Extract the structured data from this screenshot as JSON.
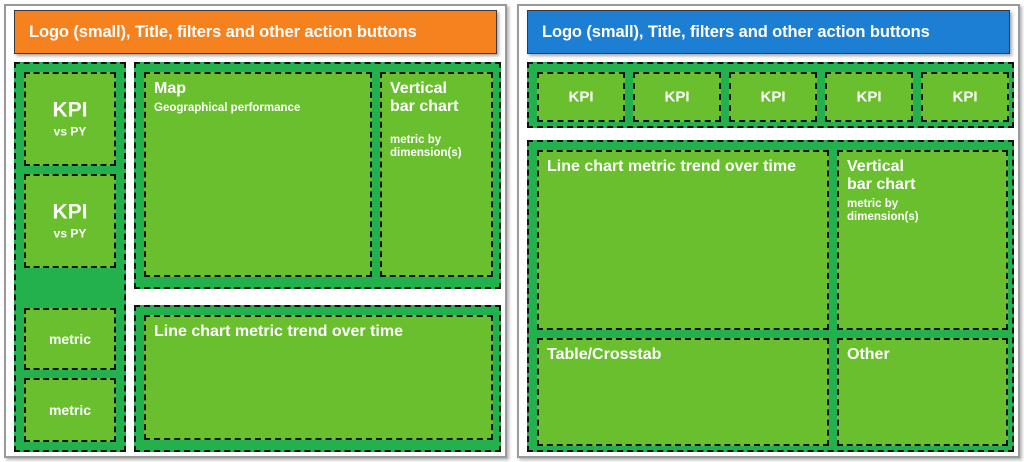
{
  "colors": {
    "orange_header": "#f6821f",
    "blue_header": "#1d7fd4",
    "group_green": "#22b14c",
    "tile_green": "#6abf2e",
    "panel_border": "#9a9a9a",
    "dashed_border": "#111111",
    "text_on_tile": "#ffffff"
  },
  "left_panel": {
    "header": {
      "text": "Logo (small), Title, filters and other action buttons"
    },
    "sidebar": {
      "tiles": [
        {
          "title": "KPI",
          "sub": "vs PY"
        },
        {
          "title": "KPI",
          "sub": "vs PY"
        },
        {
          "title": "metric",
          "sub": ""
        },
        {
          "title": "metric",
          "sub": ""
        }
      ]
    },
    "top_group": {
      "map": {
        "title": "Map",
        "sub": "Geographical performance"
      },
      "bar": {
        "title": "Vertical\nbar chart",
        "sub": "metric by\ndimension(s)"
      }
    },
    "bottom_group": {
      "line": {
        "title": "Line chart metric trend over time"
      }
    }
  },
  "right_panel": {
    "header": {
      "text": "Logo (small), Title, filters and other action buttons"
    },
    "kpi_strip": {
      "tiles": [
        {
          "title": "KPI"
        },
        {
          "title": "KPI"
        },
        {
          "title": "KPI"
        },
        {
          "title": "KPI"
        },
        {
          "title": "KPI"
        }
      ]
    },
    "main_group": {
      "line": {
        "title": "Line chart metric trend over time"
      },
      "bar": {
        "title": "Vertical\nbar chart",
        "sub": "metric by\ndimension(s)"
      },
      "table": {
        "title": "Table/Crosstab"
      },
      "other": {
        "title": "Other"
      }
    }
  }
}
